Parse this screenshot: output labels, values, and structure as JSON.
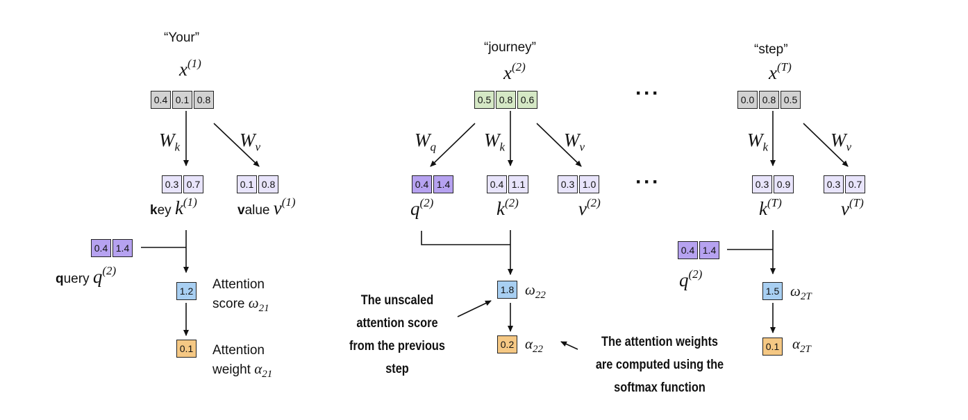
{
  "tokens": {
    "your": "“Your”",
    "journey": "“journey”",
    "step": "“step”"
  },
  "symbols": {
    "x1_base": "x",
    "x1_sup": "(1)",
    "x2_base": "x",
    "x2_sup": "(2)",
    "xT_base": "x",
    "xT_sup": "(T)",
    "Wk": "W",
    "Wk_sub": "k",
    "Wv": "W",
    "Wv_sub": "v",
    "Wq": "W",
    "Wq_sub": "q",
    "k1_base": "k",
    "k1_sup": "(1)",
    "v1_base": "v",
    "v1_sup": "(1)",
    "q2_base": "q",
    "q2_sup": "(2)",
    "k2_base": "k",
    "k2_sup": "(2)",
    "v2_base": "v",
    "v2_sup": "(2)",
    "kT_base": "k",
    "kT_sup": "(T)",
    "vT_base": "v",
    "vT_sup": "(T)",
    "omega": "ω",
    "alpha": "α",
    "sub21": "21",
    "sub22": "22",
    "sub2T": "2T"
  },
  "labels": {
    "key_bold": "k",
    "key_rest": "ey ",
    "value_bold": "v",
    "value_rest": "alue ",
    "query_bold": "q",
    "query_rest": "uery ",
    "attention_score_line1": "Attention",
    "attention_score_line2": "score ",
    "attention_weight_line1": "Attention",
    "attention_weight_line2": "weight ",
    "ellipsis": "···"
  },
  "vectors": {
    "x1": [
      "0.4",
      "0.1",
      "0.8"
    ],
    "x2": [
      "0.5",
      "0.8",
      "0.6"
    ],
    "xT": [
      "0.0",
      "0.8",
      "0.5"
    ],
    "k1": [
      "0.3",
      "0.7"
    ],
    "v1": [
      "0.1",
      "0.8"
    ],
    "q2_left": [
      "0.4",
      "1.4"
    ],
    "q2": [
      "0.4",
      "1.4"
    ],
    "k2": [
      "0.4",
      "1.1"
    ],
    "v2": [
      "0.3",
      "1.0"
    ],
    "kT": [
      "0.3",
      "0.9"
    ],
    "vT": [
      "0.3",
      "0.7"
    ],
    "q2_right": [
      "0.4",
      "1.4"
    ],
    "score21": [
      "1.2"
    ],
    "weight21": [
      "0.1"
    ],
    "score22": [
      "1.8"
    ],
    "weight22": [
      "0.2"
    ],
    "score2T": [
      "1.5"
    ],
    "weight2T": [
      "0.1"
    ]
  },
  "notes": {
    "unscaled": [
      "The unscaled",
      "attention score",
      "from the previous",
      "step"
    ],
    "softmax": [
      "The attention weights",
      "are computed using the",
      "softmax function"
    ]
  },
  "colors": {
    "input": "#d2d2d2",
    "input_journey": "#d5e8c5",
    "key_value": "#e8e4fb",
    "query": "#b6a2f0",
    "score": "#a8cff2",
    "weight": "#f5c884"
  }
}
